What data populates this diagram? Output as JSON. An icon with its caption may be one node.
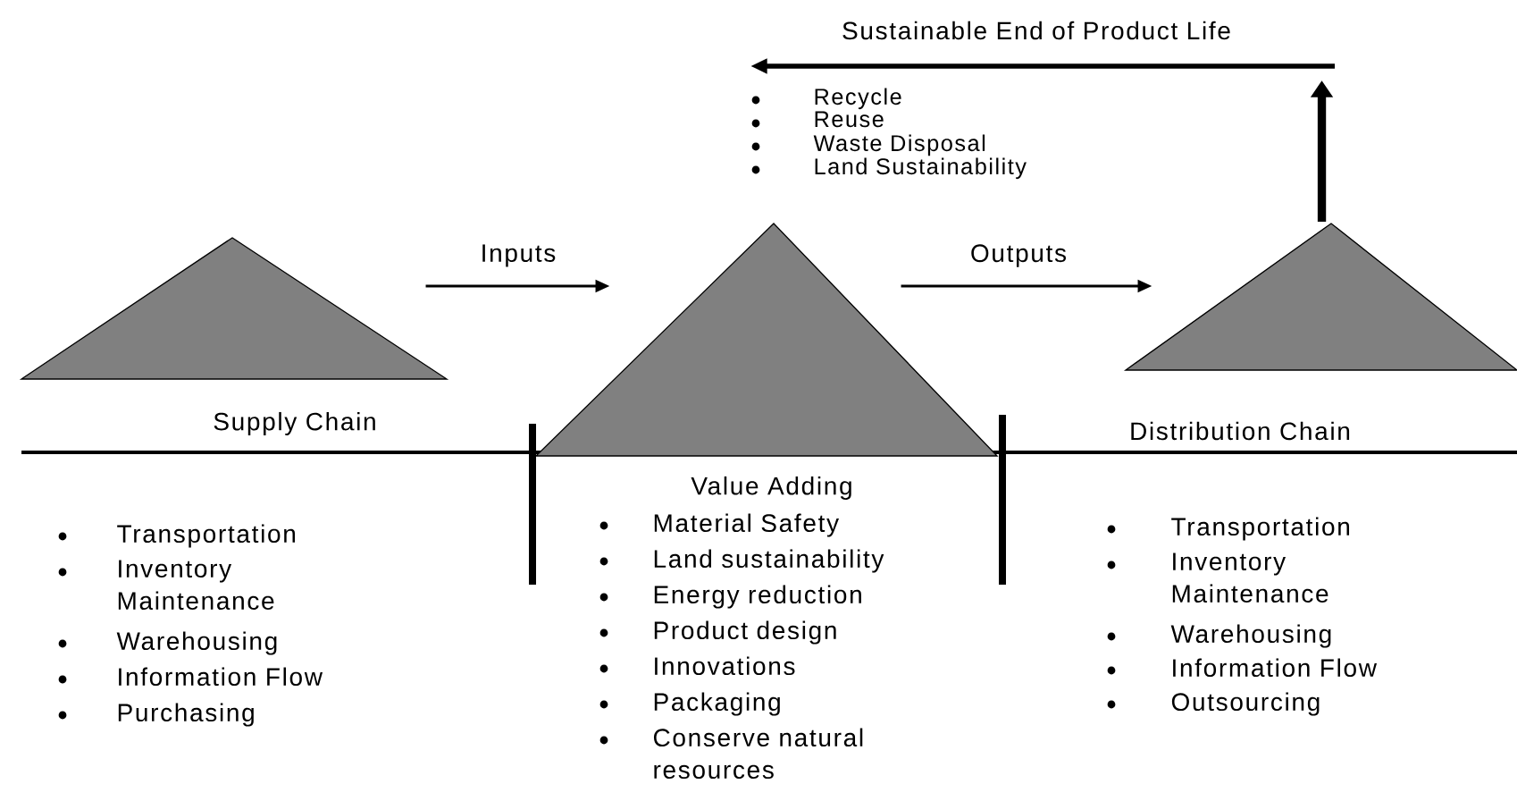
{
  "diagram": {
    "nodes": [
      {
        "text": [],
        "shape": "triangle",
        "beside": [
          "Supply Chain"
        ]
      },
      {
        "text": [],
        "shape": "triangle",
        "beside": [
          "Value Adding"
        ]
      },
      {
        "text": [],
        "shape": "triangle",
        "beside": [
          "Distribution Chain"
        ]
      }
    ],
    "edges": [
      {
        "from": 0,
        "to": 1,
        "arrow": "to",
        "label": "Inputs"
      },
      {
        "from": 1,
        "to": 2,
        "arrow": "to",
        "label": "Outputs"
      },
      {
        "from": 2,
        "to": null,
        "arrow": "to",
        "style": "thick"
      }
    ],
    "labels": [
      "Sustainable End of Product Life",
      "Recycle",
      "Reuse",
      "Waste Disposal",
      "Land Sustainability",
      "Transportation",
      "Inventory Maintenance",
      "Warehousing",
      "Information Flow",
      "Purchasing",
      "Material Safety",
      "Land sustainability",
      "Energy reduction",
      "Product design",
      "Innovations",
      "Packaging",
      "Conserve natural resources",
      "Transportation",
      "Inventory Maintenance",
      "Warehousing",
      "Information Flow",
      "Outsourcing"
    ]
  }
}
